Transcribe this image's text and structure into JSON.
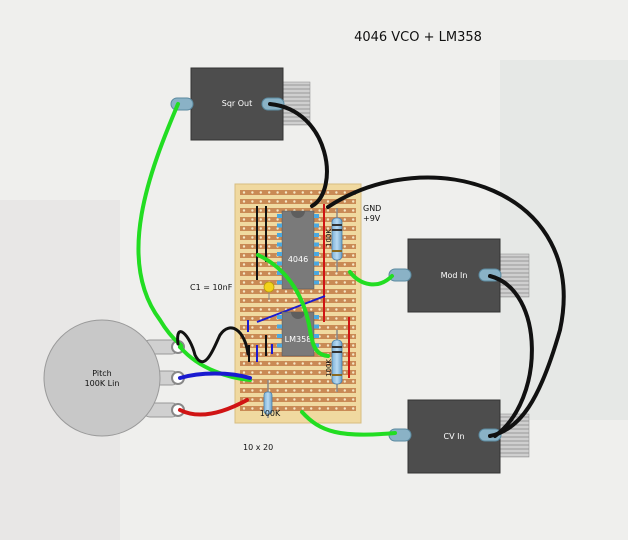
{
  "title": "4046 VCO + LM358",
  "board": {
    "size_label": "10 x 20"
  },
  "labels": {
    "gnd": "GND",
    "v9": "+9V",
    "c1": "C1 = 10nF",
    "r_100k_top": "100K",
    "r_100k_mid": "100K",
    "r_100k_bottom": "100K"
  },
  "chips": {
    "vco": "4046",
    "opamp": "LM358"
  },
  "jacks": {
    "sqr_out": "Sqr Out",
    "mod_in": "Mod In",
    "cv_in": "CV In"
  },
  "pot": {
    "name": "Pitch",
    "value": "100K Lin"
  },
  "colors": {
    "background": "#efefed",
    "stripboard": "#f0d9a0",
    "copper_strip": "#c98a55",
    "jack_body": "#4d4d4d",
    "wire_green": "#22dd22",
    "wire_black": "#111111",
    "wire_red": "#d01414",
    "wire_blue": "#1a1ad0",
    "pot_body": "#c8c8c8"
  }
}
